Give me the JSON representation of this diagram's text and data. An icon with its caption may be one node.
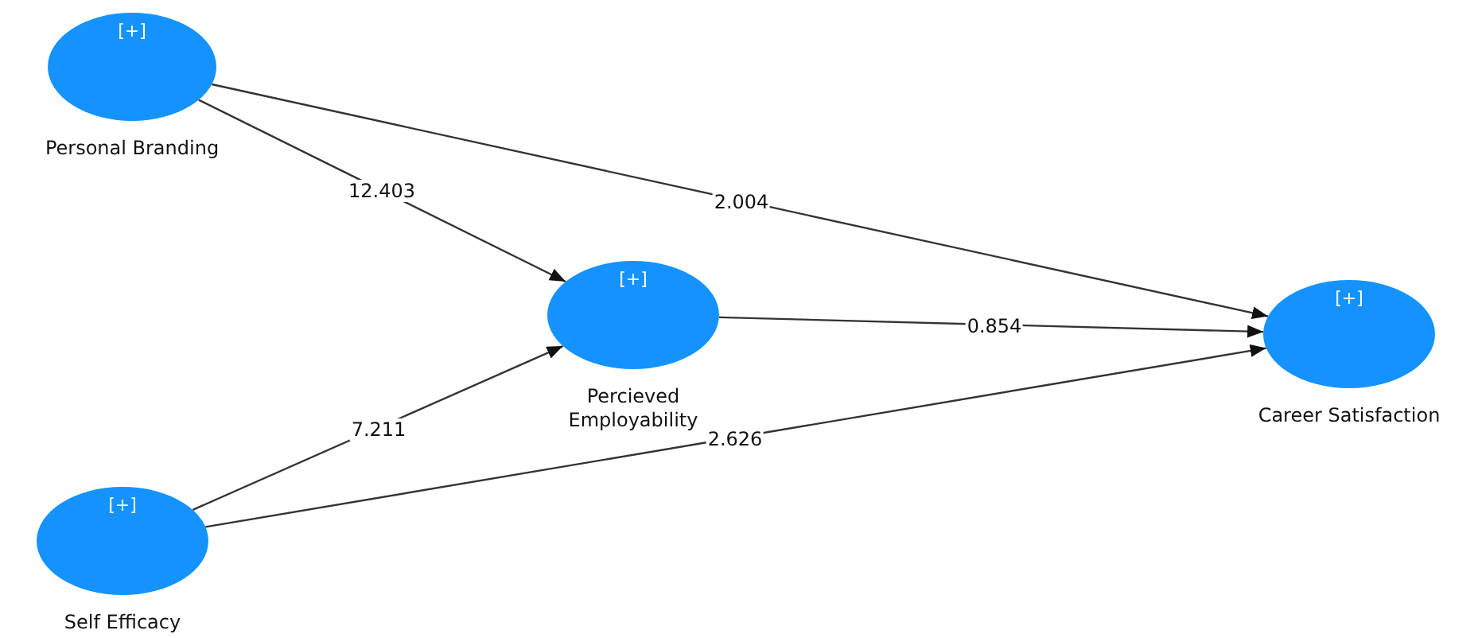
{
  "diagram": {
    "nodes": [
      {
        "text": [
          "[+]",
          "Personal Branding"
        ]
      },
      {
        "text": [
          "[+]",
          "Percieved Employability"
        ]
      },
      {
        "text": [
          "[+]",
          "Career Satisfaction"
        ]
      },
      {
        "text": [
          "[+]",
          "Self Efficacy"
        ]
      }
    ],
    "edges": [
      {
        "from": 0,
        "to": 1,
        "arrow": "to",
        "label": "12.403"
      },
      {
        "from": 0,
        "to": 2,
        "arrow": "to",
        "label": "2.004"
      },
      {
        "from": 1,
        "to": 2,
        "arrow": "to",
        "label": "0.854"
      },
      {
        "from": 3,
        "to": 1,
        "arrow": "to",
        "label": "7.211"
      },
      {
        "from": 3,
        "to": 2,
        "arrow": "to",
        "label": "2.626"
      }
    ]
  }
}
